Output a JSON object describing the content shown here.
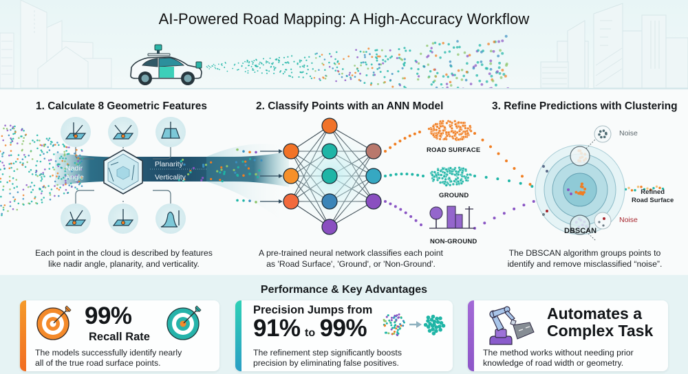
{
  "header": {
    "title": "AI-Powered Road Mapping: A High-Accuracy Workflow",
    "illustration": [
      "city-skyline",
      "lidar-car",
      "point-cloud-spray"
    ]
  },
  "steps": [
    {
      "title": "1. Calculate 8 Geometric Features",
      "description_lines": [
        "Each point in the cloud is described by features",
        "like nadir angle, planarity, and verticality."
      ],
      "feature_labels": {
        "left": [
          "Nadir",
          "Angle"
        ],
        "right_top": "Planarity",
        "right_bottom": "Verticality"
      },
      "feature_icons": [
        "normal-angle-icon",
        "reflection-angle-icon",
        "planar-surface-icon",
        "nadir-angle-icon",
        "point-on-plane-icon",
        "height-distribution-icon"
      ],
      "center_icon": "hexagon-crystal-icon"
    },
    {
      "title": "2. Classify Points with an ANN Model",
      "description_lines": [
        "A pre-trained neural network classifies each point",
        "as 'Road Surface', 'Ground', or 'Non-Ground'."
      ],
      "classes": [
        {
          "label": "ROAD SURFACE",
          "color": "#f07e22",
          "icon": "orange-point-cluster-icon"
        },
        {
          "label": "GROUND",
          "color": "#20b5aa",
          "icon": "teal-point-cluster-icon"
        },
        {
          "label": "NON-GROUND",
          "color": "#8a55c4",
          "icon": "trees-buildings-pole-icon"
        }
      ],
      "network_layers": [
        [
          "#f27327",
          "#f6902a",
          "#f26a3c"
        ],
        [
          "#f0732a",
          "#1fb5a6",
          "#1fb5a6",
          "#3b85b8",
          "#8a4fc0"
        ],
        [
          "#b9786c",
          "#36a8c2",
          "#8a4fc0"
        ]
      ]
    },
    {
      "title": "3. Refine Predictions with Clustering",
      "description_lines": [
        "The DBSCAN algorithm groups points to",
        "identify and remove misclassified “noise”."
      ],
      "algorithm_label": "DBSCAN",
      "noise_top": "Noise",
      "noise_bottom": "Noise",
      "noise_bottom_color": "#a6242c",
      "output_label": [
        "Refined",
        "Road Surface"
      ]
    }
  ],
  "performance": {
    "title": "Performance & Key Advantages",
    "cards": [
      {
        "accent": "#f28a24",
        "headline": "99%",
        "subheadline": "Recall Rate",
        "description_lines": [
          "The models successfully identify nearly",
          "all of the true road surface points."
        ],
        "icons": [
          "orange-target-icon",
          "teal-target-icon"
        ]
      },
      {
        "accent": "#2cc1b0",
        "headline_top": "Precision Jumps from",
        "from_value": "91%",
        "connector": "to",
        "to_value": "99%",
        "description_lines": [
          "The refinement step significantly boosts",
          "precision by eliminating false positives."
        ],
        "icons": [
          "noisy-points-icon",
          "arrow-right-icon",
          "clean-cluster-icon"
        ]
      },
      {
        "accent": "#9a63cf",
        "headline_lines": [
          "Automates a",
          "Complex Task"
        ],
        "description_lines": [
          "The method works without needing prior",
          "knowledge of road width or geometry."
        ],
        "icons": [
          "robot-arm-road-icon"
        ]
      }
    ]
  },
  "colors": {
    "teal": "#1fb5a6",
    "orange": "#f07e22",
    "purple": "#8a55c4",
    "navy_band": "#1f4a66"
  }
}
